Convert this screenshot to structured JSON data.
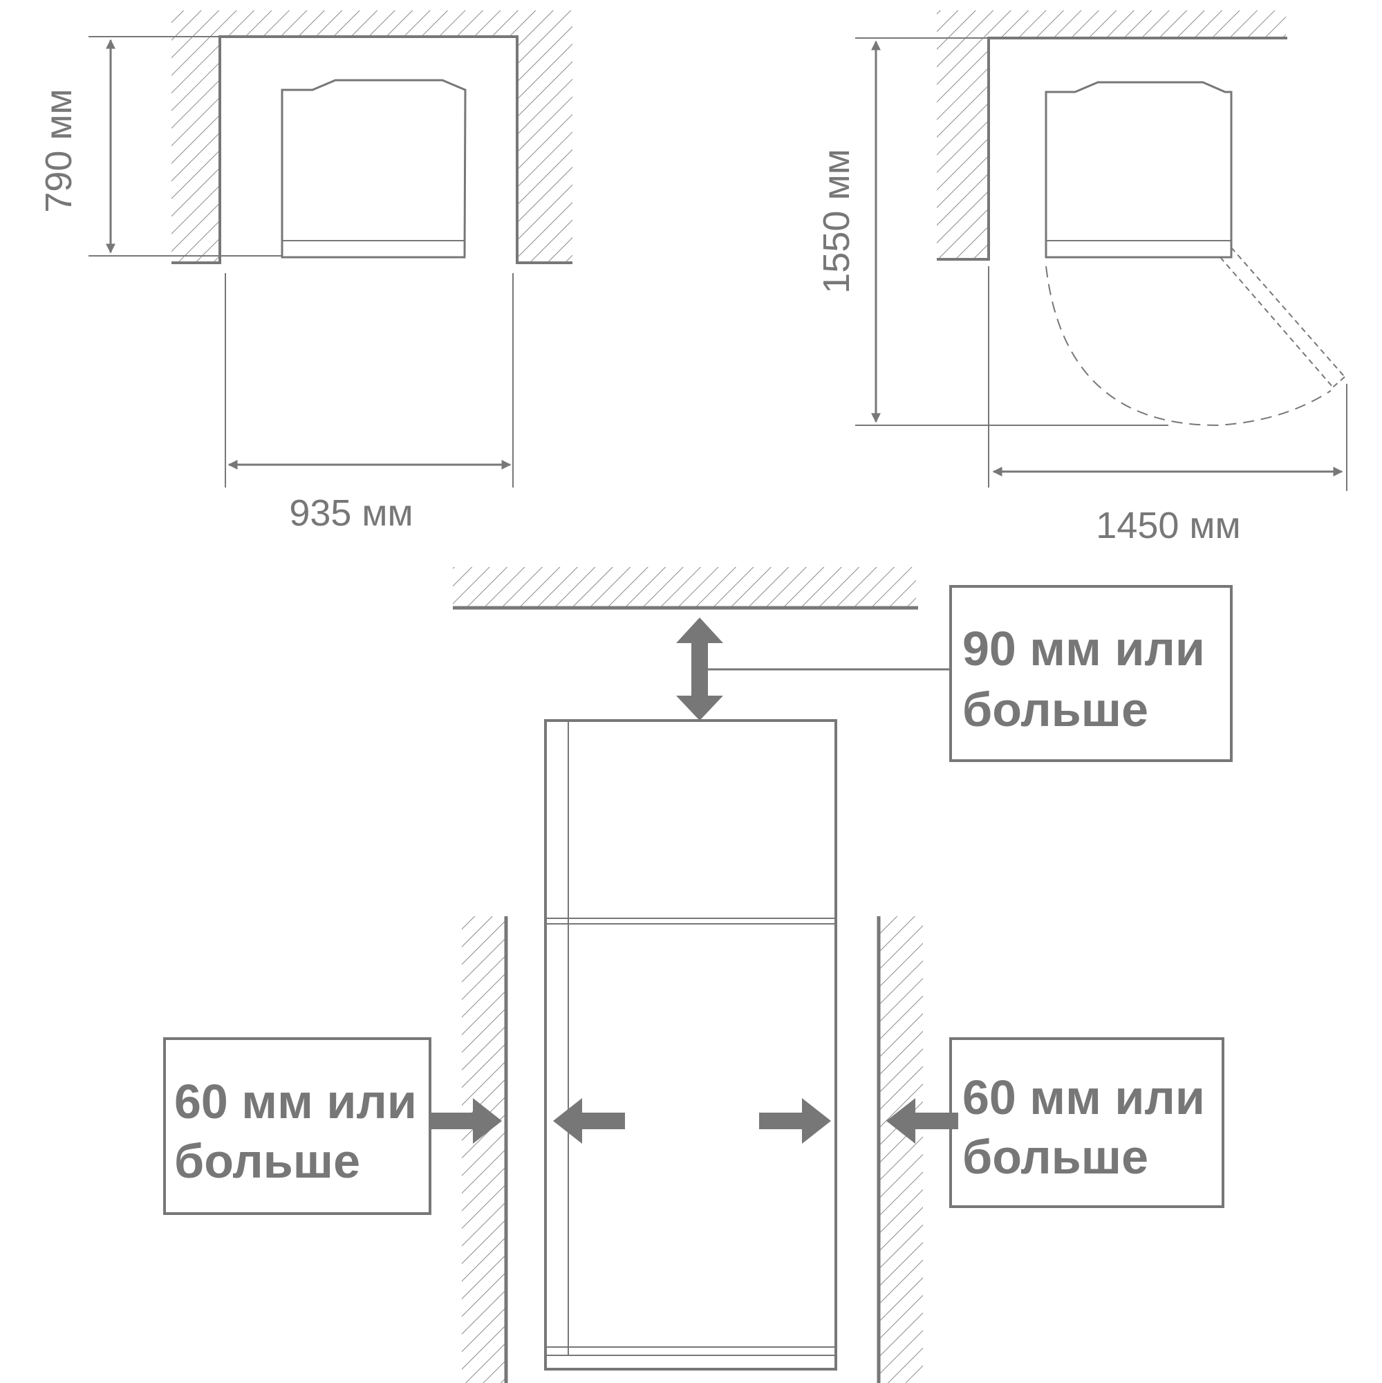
{
  "colors": {
    "line": "#777777",
    "background": "#ffffff"
  },
  "dimensions": {
    "top_view_depth": "790 мм",
    "top_view_width": "935 мм",
    "door_open_depth": "1550 мм",
    "door_open_width": "1450 мм"
  },
  "clearances": {
    "top": {
      "line1": "90 мм или",
      "line2": "больше"
    },
    "left": {
      "line1": "60 мм или",
      "line2": "больше"
    },
    "right": {
      "line1": "60 мм или",
      "line2": "больше"
    }
  }
}
